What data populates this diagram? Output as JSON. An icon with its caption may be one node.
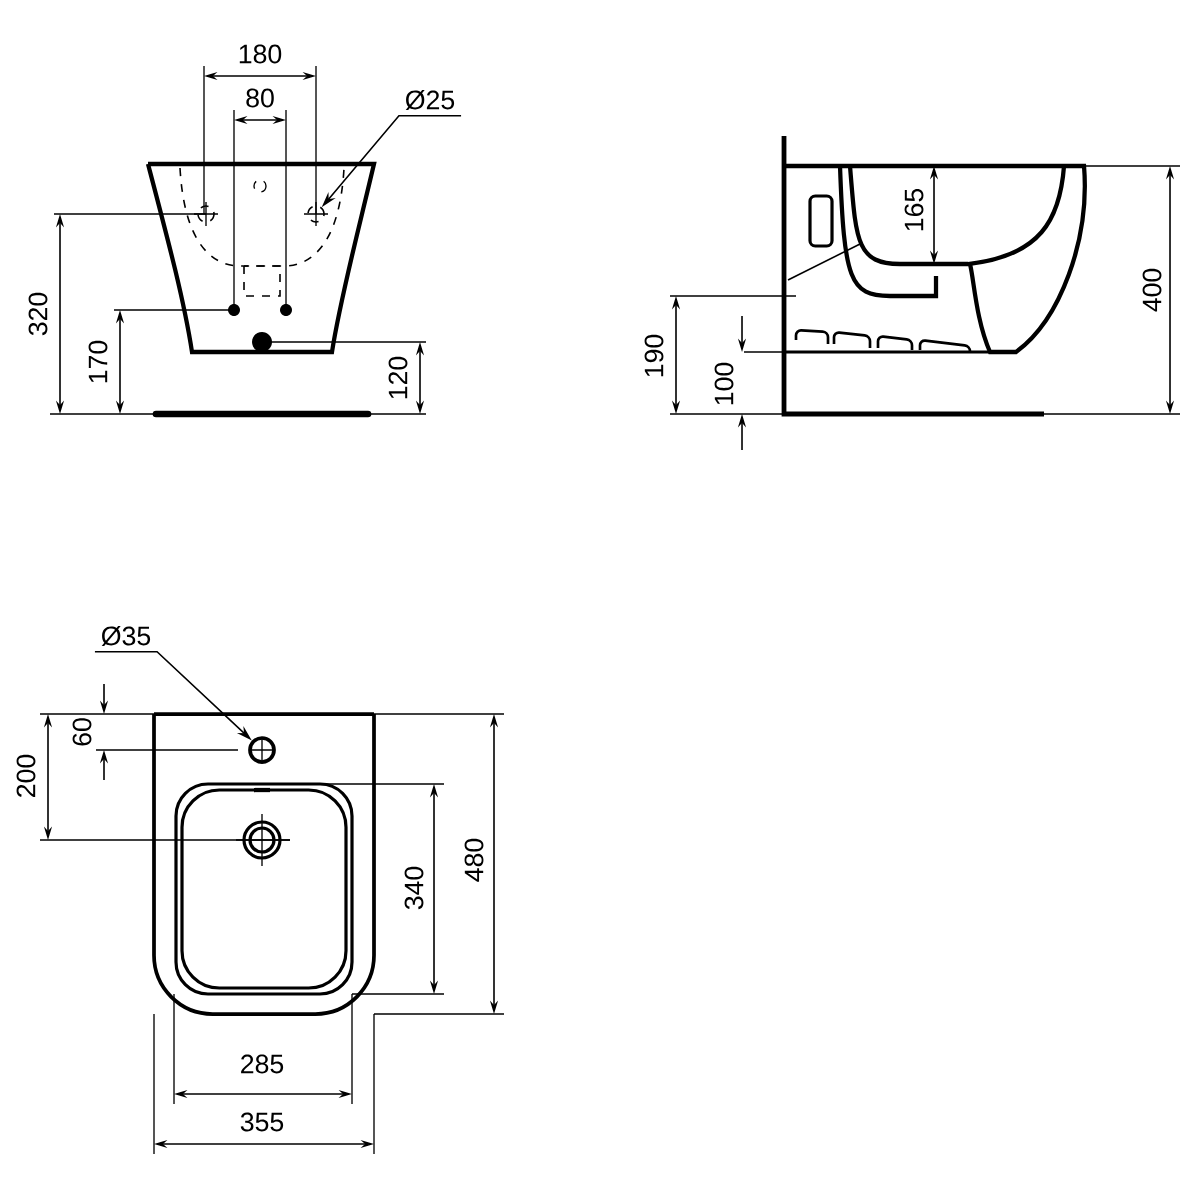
{
  "diagram": {
    "nodes": [
      {
        "text": [
          "Ø25"
        ]
      },
      {
        "text": [],
        "shape": "circle"
      },
      {
        "text": [
          "Ø35"
        ]
      },
      {
        "text": [],
        "shape": "circle"
      }
    ],
    "edges": [
      {
        "from": 0,
        "to": 1,
        "arrow": "to"
      },
      {
        "from": 2,
        "to": 3,
        "arrow": "to"
      }
    ],
    "labels": [
      "180",
      "80",
      "320",
      "170",
      "120",
      "165",
      "400",
      "190",
      "100",
      "60",
      "200",
      "340",
      "480",
      "285",
      "355"
    ]
  }
}
